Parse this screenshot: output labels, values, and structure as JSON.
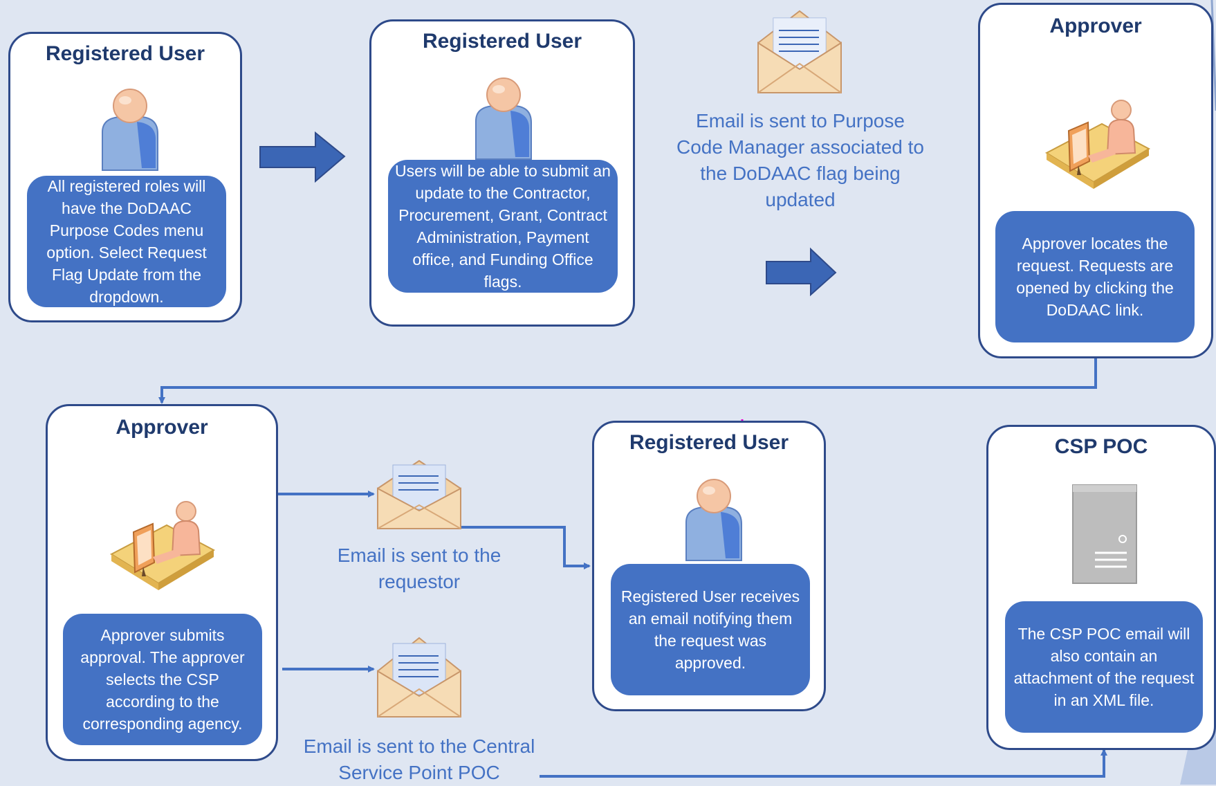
{
  "colors": {
    "background": "#dfe6f2",
    "card_border": "#2e4a8a",
    "title": "#1f3a6d",
    "box_fill": "#4472c4",
    "note_text": "#4472c4",
    "connector": "#4472c4"
  },
  "icons": {
    "user": "user-icon",
    "approver": "computer-user-icon",
    "email": "envelope-icon",
    "server": "server-icon",
    "arrow": "arrow-right-icon"
  },
  "steps": {
    "step1": {
      "title": "Registered User",
      "text": "All registered roles will have the DoDAAC Purpose Codes  menu option. Select Request Flag Update from the dropdown."
    },
    "step2": {
      "title": "Registered User",
      "text": "Users will be able to submit an update to the Contractor, Procurement, Grant, Contract Administration, Payment office, and Funding Office flags."
    },
    "step3": {
      "title": "Approver",
      "text": "Approver locates the request.  Requests are opened by clicking the DoDAAC link."
    },
    "step4": {
      "title": "Approver",
      "text": "Approver submits approval.  The approver selects the CSP according to the corresponding agency."
    },
    "step5": {
      "title": "Registered User",
      "text": "Registered User receives an email notifying them the request was approved."
    },
    "step6": {
      "title": "CSP POC",
      "text": "The CSP POC email will also contain an attachment of the request in an XML file."
    }
  },
  "notes": {
    "email_manager": "Email is sent to Purpose Code Manager associated to the DoDAAC flag being updated",
    "email_requestor": "Email is sent to the requestor",
    "email_csp": "Email is sent to the Central Service Point POC"
  }
}
